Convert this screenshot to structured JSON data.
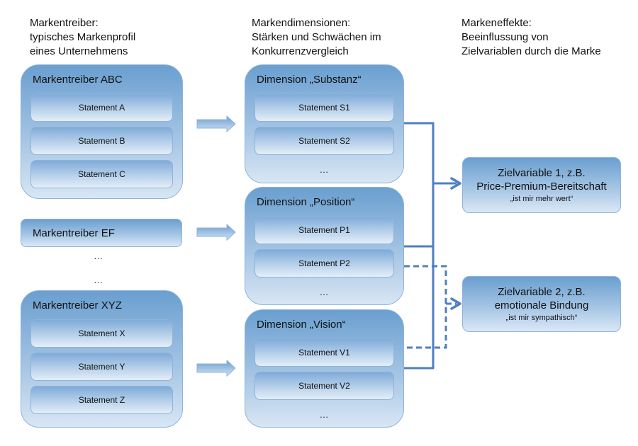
{
  "columns": [
    {
      "lines": [
        "Markentreiber:",
        "typisches Markenprofil",
        "eines Unternehmens"
      ]
    },
    {
      "lines": [
        "Markendimensionen:",
        "Stärken und Schwächen im",
        "Konkurrenzvergleich"
      ]
    },
    {
      "lines": [
        "Markeneffekte:",
        "Beeinflussung von",
        "Zielvariablen durch die Marke"
      ]
    }
  ],
  "drivers": {
    "abc": {
      "title": "Markentreiber ABC",
      "items": [
        "Statement A",
        "Statement B",
        "Statement C"
      ]
    },
    "ef": {
      "title": "Markentreiber EF"
    },
    "ellipsis_1": "…",
    "ellipsis_2": "…",
    "xyz": {
      "title": "Markentreiber XYZ",
      "items": [
        "Statement X",
        "Statement Y",
        "Statement Z"
      ]
    }
  },
  "dimensions": {
    "substanz": {
      "title": "Dimension „Substanz“",
      "items": [
        "Statement S1",
        "Statement S2"
      ],
      "more": "…"
    },
    "position": {
      "title": "Dimension „Position“",
      "items": [
        "Statement P1",
        "Statement P2"
      ],
      "more": "…"
    },
    "vision": {
      "title": "Dimension „Vision“",
      "items": [
        "Statement V1",
        "Statement V2"
      ],
      "more": "…"
    }
  },
  "targets": [
    {
      "line1": "Zielvariable 1, z.B.",
      "line2": "Price-Premium-Bereitschaft",
      "line3": "„ist mir mehr wert“"
    },
    {
      "line1": "Zielvariable 2, z.B.",
      "line2": "emotionale Bindung",
      "line3": "„ist mir sympathisch“"
    }
  ],
  "connectors": {
    "solid": {
      "style": "solid",
      "color": "#4f7fc0",
      "to_target": 1
    },
    "dashed": {
      "style": "dashed",
      "color": "#4f7fc0",
      "to_target": 2
    }
  },
  "colors": {
    "box_top": "#6a9fd0",
    "box_bottom": "#d8e6f4",
    "border": "#8fb3d9",
    "line": "#4f7fc0"
  }
}
